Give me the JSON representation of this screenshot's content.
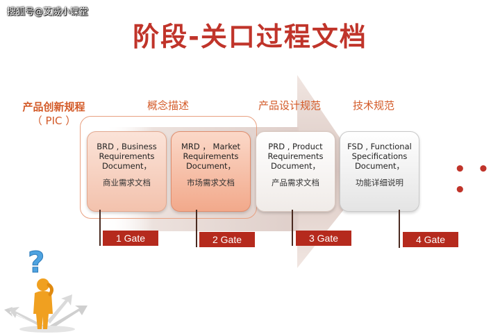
{
  "watermark": "搜狐号@艾威小课堂",
  "title": "阶段-关口过程文档",
  "pic_label": {
    "line1": "产品创新规程",
    "line2": "（ PIC ）"
  },
  "stages": [
    {
      "label": "概念描述"
    },
    {
      "label": "产品设计规范"
    },
    {
      "label": "技术规范"
    }
  ],
  "documents": [
    {
      "en": "BRD , Business Requirements Document，",
      "cn": "商业需求文档"
    },
    {
      "en": "MRD ， Market Requirements Document，",
      "cn": "市场需求文档"
    },
    {
      "en": "PRD , Product Requirements Document，",
      "cn": "产品需求文档"
    },
    {
      "en": "FSD , Functional Specifications Document，",
      "cn": "功能详细说明"
    }
  ],
  "gates": [
    {
      "label": "1 Gate"
    },
    {
      "label": "2  Gate"
    },
    {
      "label": "3 Gate"
    },
    {
      "label": "4 Gate"
    }
  ],
  "ellipsis": "…",
  "colors": {
    "accent": "#c0342a",
    "gate": "#b52a1d",
    "stage_text": "#d35a28"
  },
  "icons": [
    "question-mark-icon",
    "person-icon",
    "crossroads-arrows-icon"
  ]
}
